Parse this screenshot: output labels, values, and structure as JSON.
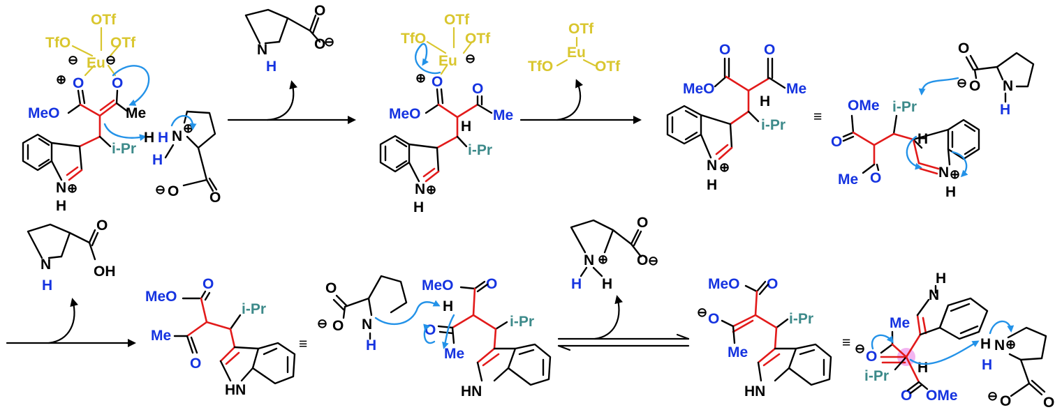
{
  "labels": {
    "otf": "OTf",
    "tfo": "TfO",
    "eu": "Eu",
    "minus": "⊖",
    "plus": "⊕",
    "o": "O",
    "meo": "MeO",
    "ome": "OMe",
    "me": "Me",
    "h": "H",
    "n": "N",
    "nh": "HN",
    "oh": "OH",
    "ipr": "i-Pr",
    "equiv": "≡"
  },
  "colors": {
    "europium": "#d9c62e",
    "blue": "#1533e0",
    "red": "#e21a1a",
    "teal": "#3d8a8a",
    "arrow_blue": "#2392e8",
    "black": "#000000",
    "highlight": "#f0a8ee"
  }
}
